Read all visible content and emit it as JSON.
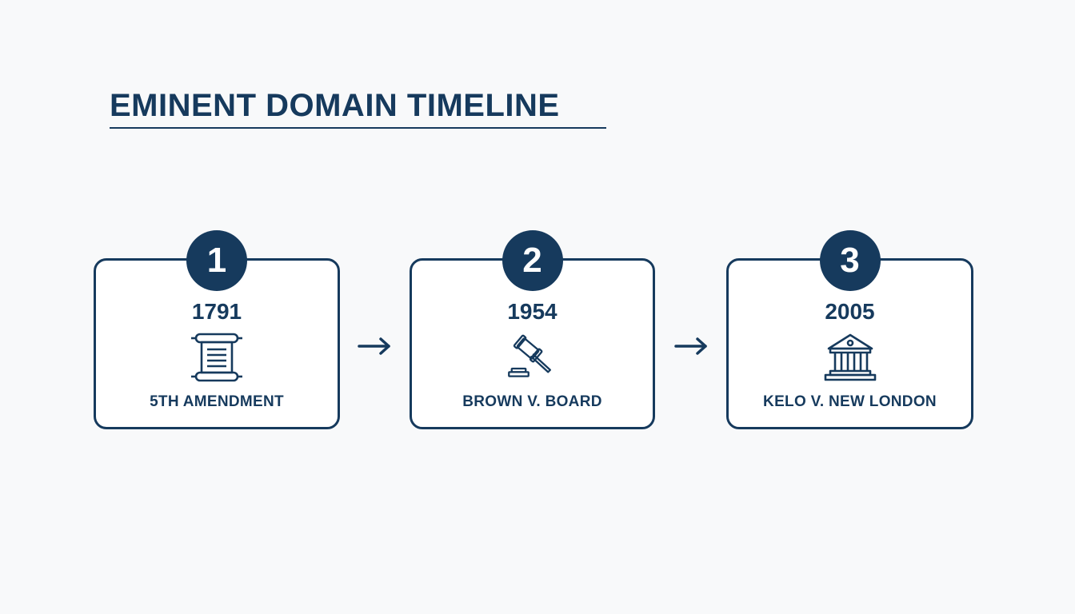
{
  "header": {
    "title": "EMINENT DOMAIN TIMELINE"
  },
  "timeline": {
    "steps": [
      {
        "number": "1",
        "year": "1791",
        "label": "5TH AMENDMENT",
        "icon": "scroll-icon"
      },
      {
        "number": "2",
        "year": "1954",
        "label": "BROWN V. BOARD",
        "icon": "gavel-icon"
      },
      {
        "number": "3",
        "year": "2005",
        "label": "KELO V. NEW LONDON",
        "icon": "courthouse-icon"
      }
    ],
    "connector_icon": "arrow-right-icon"
  },
  "colors": {
    "primary": "#163a5d",
    "background": "#f8f9fa",
    "card": "#ffffff"
  }
}
